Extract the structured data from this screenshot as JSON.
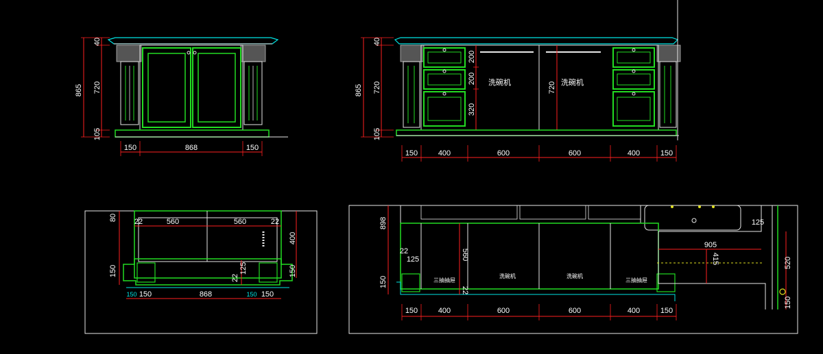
{
  "colors": {
    "cabinet": "#22dd22",
    "outline": "#e8e8e8",
    "dimension": "#ff2020",
    "accent": "#00e5e5",
    "hidden": "#e0e020",
    "text": "#ffffff"
  },
  "views": {
    "front_left": {
      "vertical_dims": [
        "865",
        "40",
        "720",
        "105"
      ],
      "horizontal_dims": [
        "150",
        "868",
        "150"
      ]
    },
    "front_right": {
      "vertical_dims": [
        "865",
        "40",
        "720",
        "105"
      ],
      "drawer_dims": [
        "200",
        "200",
        "320"
      ],
      "appliance_dims": [
        "720"
      ],
      "appliance_labels": [
        "洗碗机",
        "洗碗机"
      ],
      "horizontal_dims": [
        "150",
        "400",
        "600",
        "600",
        "400",
        "150"
      ]
    },
    "plan_left": {
      "left_dims": [
        "80",
        "150"
      ],
      "top_dims": [
        "22",
        "560",
        "560",
        "22"
      ],
      "right_dims": [
        "400",
        "150"
      ],
      "inner_dims": [
        "22",
        "125"
      ],
      "bottom_dims": [
        "150",
        "150",
        "868",
        "150",
        "150"
      ]
    },
    "plan_right": {
      "left_dims": [
        "898",
        "22",
        "125",
        "150"
      ],
      "mid_dims": [
        "560",
        "22"
      ],
      "room_dims": [
        "905",
        "415",
        "125",
        "520",
        "150"
      ],
      "labels": [
        "三抽抽屉",
        "洗碗机",
        "洗碗机",
        "三抽抽屉"
      ],
      "bottom_dims": [
        "150",
        "400",
        "600",
        "600",
        "400",
        "150"
      ]
    }
  }
}
